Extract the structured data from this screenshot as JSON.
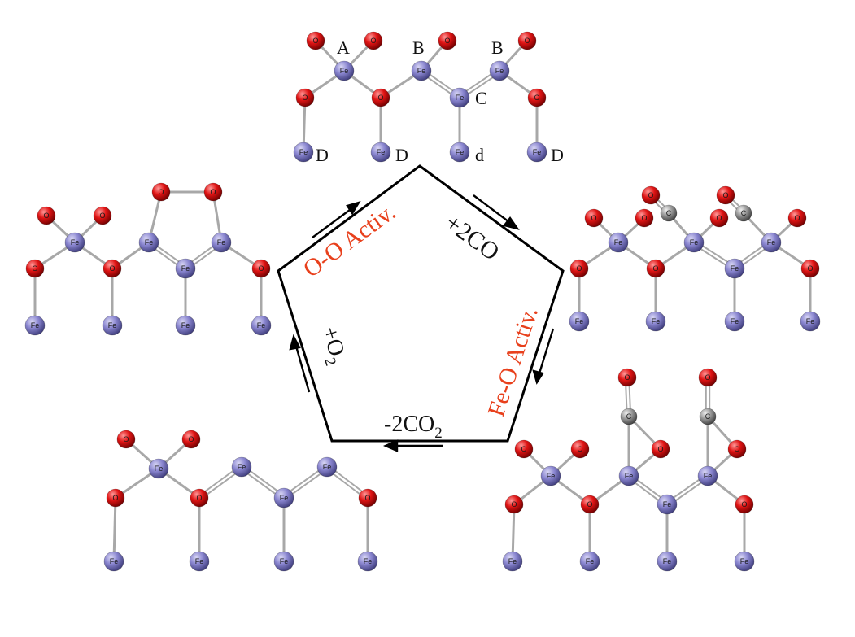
{
  "colors": {
    "fe": "#7b78c4",
    "o": "#d81010",
    "c": "#8a8a8a",
    "bond": "#a8a8a8",
    "cycle": "#000000",
    "activation_text": "#e8401c"
  },
  "atom_symbols": {
    "fe": "Fe",
    "o": "O",
    "c": "C"
  },
  "site_labels": {
    "a": "A",
    "b1": "B",
    "b2": "B",
    "c": "C",
    "d1": "D",
    "d2": "D",
    "d3": "d",
    "d4": "D"
  },
  "steps": {
    "add_co": "+2CO",
    "add_o2_main": "+O",
    "add_o2_sub": "2",
    "remove_co2_main": "-2CO",
    "remove_co2_sub": "2"
  },
  "activations": {
    "oo": "O-O Activ.",
    "feo": "Fe-O Activ."
  },
  "structures": [
    {
      "id": "initial",
      "description_atoms": [
        "fe",
        "o"
      ]
    },
    {
      "id": "co-adsorbed",
      "description_atoms": [
        "fe",
        "o",
        "c"
      ]
    },
    {
      "id": "co2-intermediate",
      "description_atoms": [
        "fe",
        "o",
        "c"
      ]
    },
    {
      "id": "reduced",
      "description_atoms": [
        "fe",
        "o"
      ]
    },
    {
      "id": "o2-adsorbed",
      "description_atoms": [
        "fe",
        "o"
      ]
    }
  ]
}
